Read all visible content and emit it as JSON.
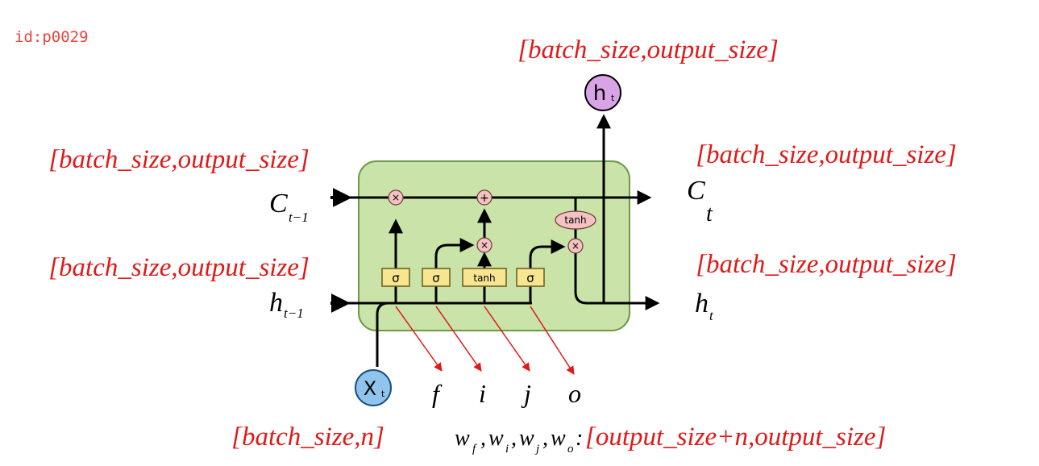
{
  "page_id": "id:p0029",
  "colors": {
    "annotation": "#e01919",
    "cell_fill": "#c9e3a8",
    "cell_stroke": "#6a9a45",
    "gate_fill": "#f7e58f",
    "op_fill": "#f4c2c2",
    "ht_fill": "#d9a4e6",
    "xt_fill": "#8fc4ec"
  },
  "shapes": {
    "ht_top": "[batch_size,output_size]",
    "ct_in": "[batch_size,output_size]",
    "ct_out": "[batch_size,output_size]",
    "ht_in": "[batch_size,output_size]",
    "ht_out": "[batch_size,output_size]",
    "xt": "[batch_size,n]",
    "weights_prefix_main": "w",
    "weights_colon": ":",
    "weights_shape": "[output_size+n,output_size]"
  },
  "weights": [
    {
      "main": "w",
      "sub": "f"
    },
    {
      "main": "w",
      "sub": "i"
    },
    {
      "main": "w",
      "sub": "j"
    },
    {
      "main": "w",
      "sub": "o"
    }
  ],
  "variables": {
    "c_in_main": "C",
    "c_in_sub": "t−1",
    "c_out_main": "C",
    "c_out_sub": "t",
    "h_in_main": "h",
    "h_in_sub": "t−1",
    "h_out_main": "h",
    "h_out_sub": "t",
    "ht_circle_main": "h",
    "ht_circle_sub": "t",
    "xt_circle_main": "X",
    "xt_circle_sub": "t"
  },
  "gate_outputs": [
    "f",
    "i",
    "j",
    "o"
  ],
  "gates": [
    "σ",
    "σ",
    "tanh",
    "σ"
  ],
  "ops": {
    "mul1": "×",
    "add": "+",
    "mul2": "×",
    "mul3": "×",
    "tanh": "tanh"
  }
}
